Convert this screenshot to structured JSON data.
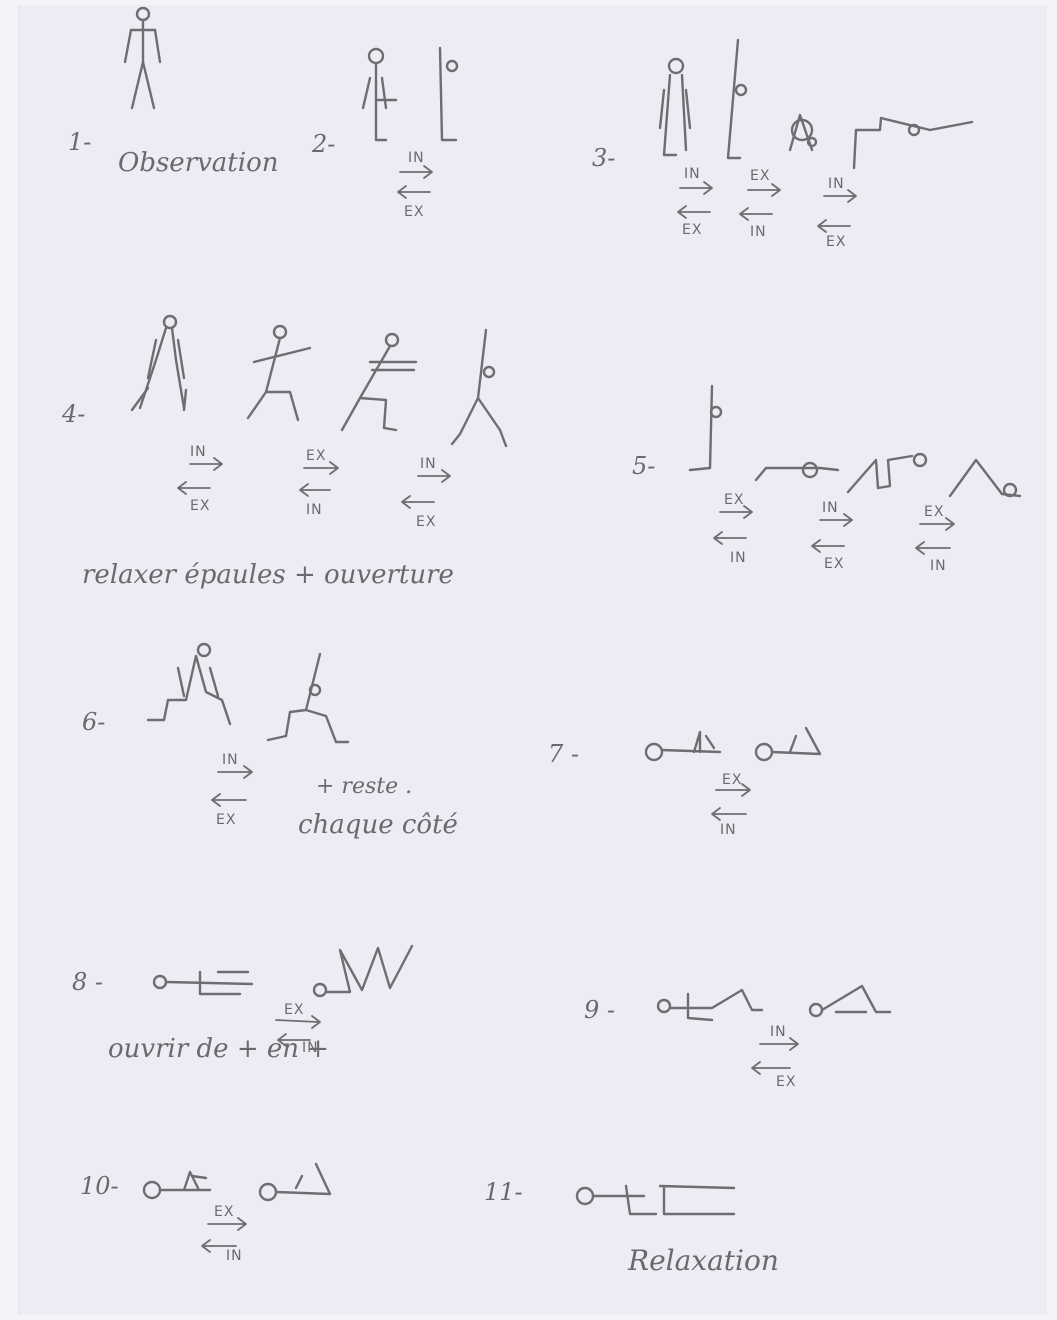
{
  "sections": [
    {
      "number": "1-",
      "caption": "Observation"
    },
    {
      "number": "2-",
      "breath": [
        "IN",
        "EX"
      ]
    },
    {
      "number": "3-",
      "breath": [
        [
          "IN",
          "EX"
        ],
        [
          "EX",
          "IN"
        ],
        [
          "IN",
          "EX"
        ]
      ]
    },
    {
      "number": "4-",
      "breath": [
        [
          "IN",
          "EX"
        ],
        [
          "EX",
          "IN"
        ],
        [
          "IN",
          "EX"
        ]
      ],
      "caption": "relaxer épaules + ouverture"
    },
    {
      "number": "5-",
      "breath": [
        [
          "EX",
          "IN"
        ],
        [
          "IN",
          "EX"
        ],
        [
          "EX",
          "IN"
        ]
      ]
    },
    {
      "number": "6-",
      "breath": [
        "IN",
        "EX"
      ],
      "caption": [
        "+ reste .",
        "chaque côté"
      ]
    },
    {
      "number": "7 -",
      "breath": [
        "EX",
        "IN"
      ]
    },
    {
      "number": "8 -",
      "breath": [
        "EX",
        "IN"
      ],
      "caption": "ouvrir de + en +"
    },
    {
      "number": "9 -",
      "breath": [
        "IN",
        "EX"
      ]
    },
    {
      "number": "10-",
      "breath": [
        "EX",
        "IN"
      ]
    },
    {
      "number": "11-",
      "caption": "Relaxation"
    }
  ],
  "ink_color": "#6e6e70",
  "paper_color": "#ececf5"
}
